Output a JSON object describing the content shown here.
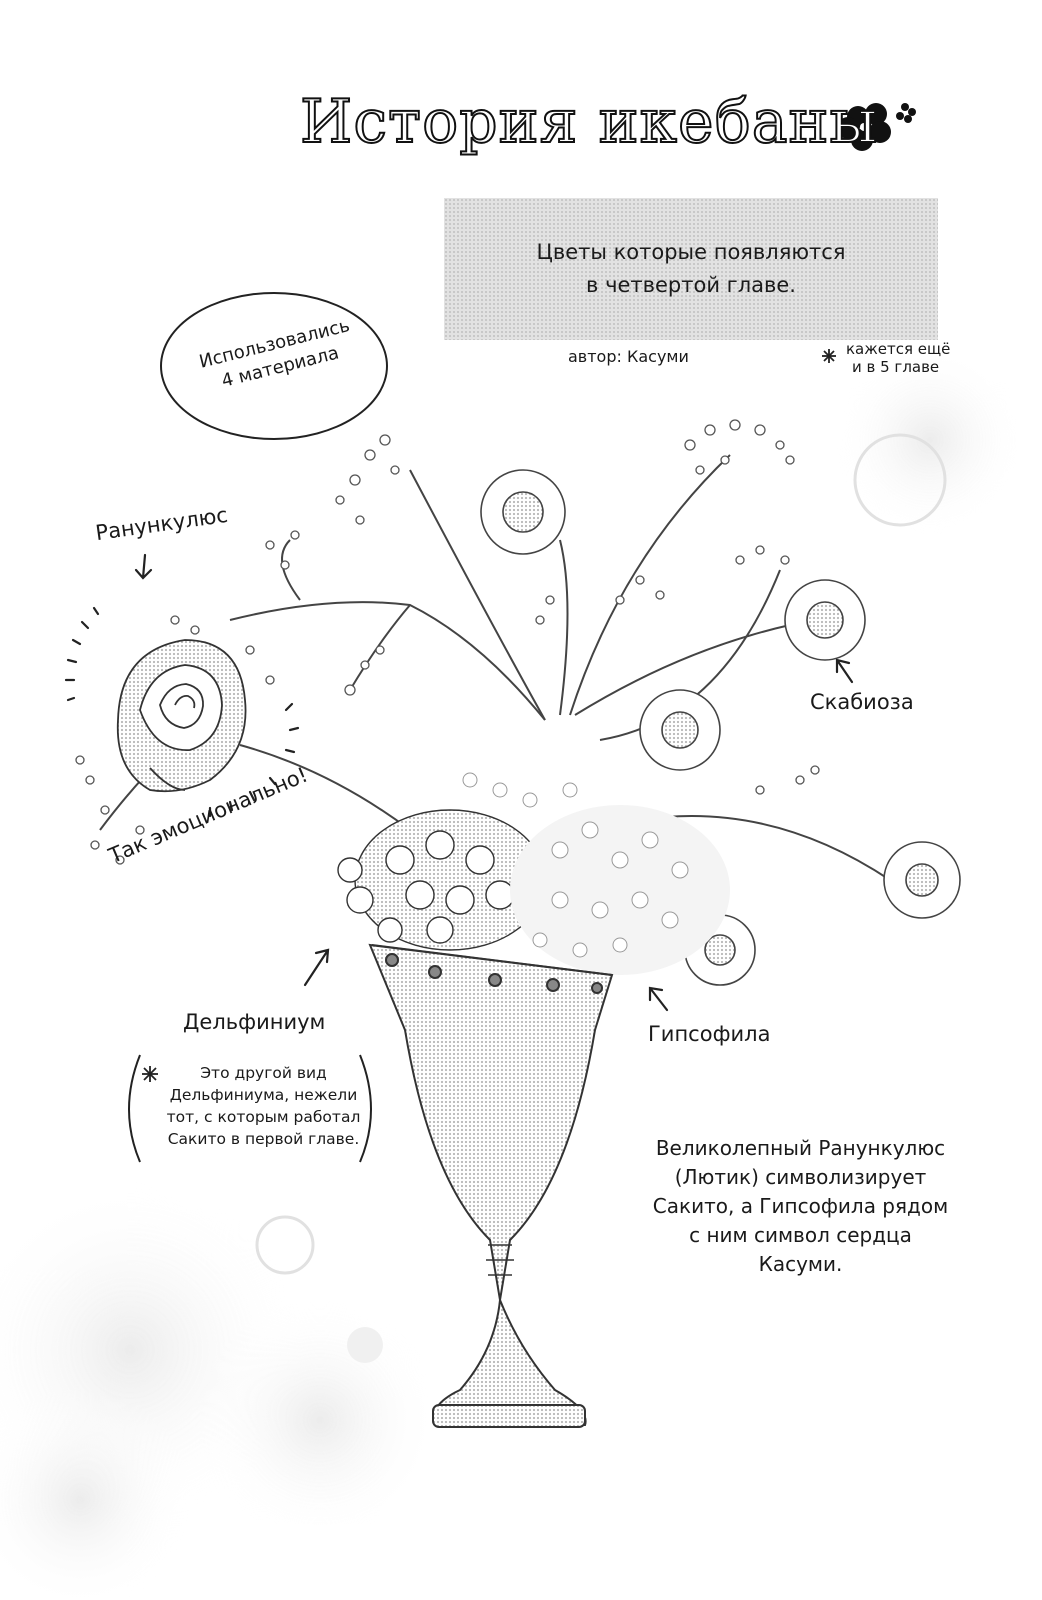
{
  "header": {
    "title": "История икебаны",
    "subtitle_lines": [
      "Цветы которые появляются",
      "в четвертой главе."
    ],
    "author": "автор: Касуми",
    "note_lines": [
      "кажется ещё",
      "и в 5 главе"
    ]
  },
  "bubble": {
    "lines": [
      "Использовались",
      "4 материала"
    ]
  },
  "labels": {
    "ranunculus": "Ранункулюс",
    "scabiosa": "Скабиоза",
    "delphinium": "Дельфиниум",
    "gypsophila": "Гипсофила",
    "emotional": "Так эмоционально!"
  },
  "delphinium_note": {
    "lines": [
      "Это другой вид",
      "Дельфиниума, нежели",
      "тот, с которым работал",
      "Сакито в первой главе."
    ]
  },
  "main_note": {
    "lines": [
      "Великолепный Ранункулюс",
      "(Лютик) символизирует",
      "Сакито, а Гипсофила рядом",
      "с ним символ сердца",
      "Касуми."
    ]
  },
  "colors": {
    "ink": "#1a1a1a",
    "screentone": "#d8d8d8",
    "background": "#ffffff"
  }
}
